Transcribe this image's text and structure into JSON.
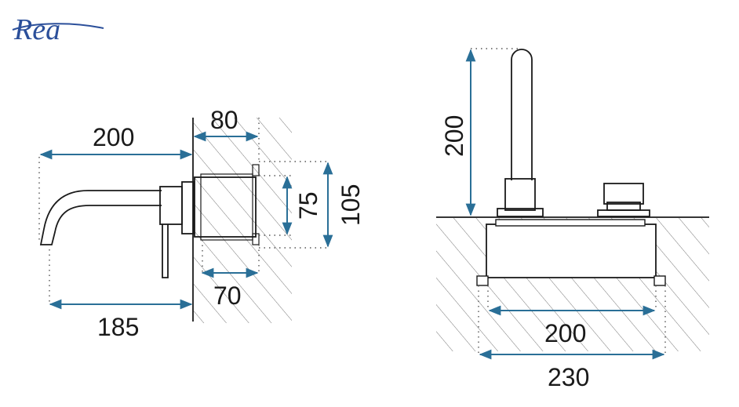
{
  "brand": {
    "logo_text": "Rea",
    "logo_color": "#2b4f9a"
  },
  "colors": {
    "dimension_line": "#2a6f97",
    "outline": "#1a1a1a"
  },
  "side_view": {
    "dim_width_top": "200",
    "dim_width_bottom": "185",
    "dim_depth_top": "80",
    "dim_depth_bottom": "70",
    "dim_height_inner": "75",
    "dim_height_outer": "105"
  },
  "front_view": {
    "dim_spout_height": "200",
    "dim_inner_width": "200",
    "dim_outer_width": "230"
  }
}
